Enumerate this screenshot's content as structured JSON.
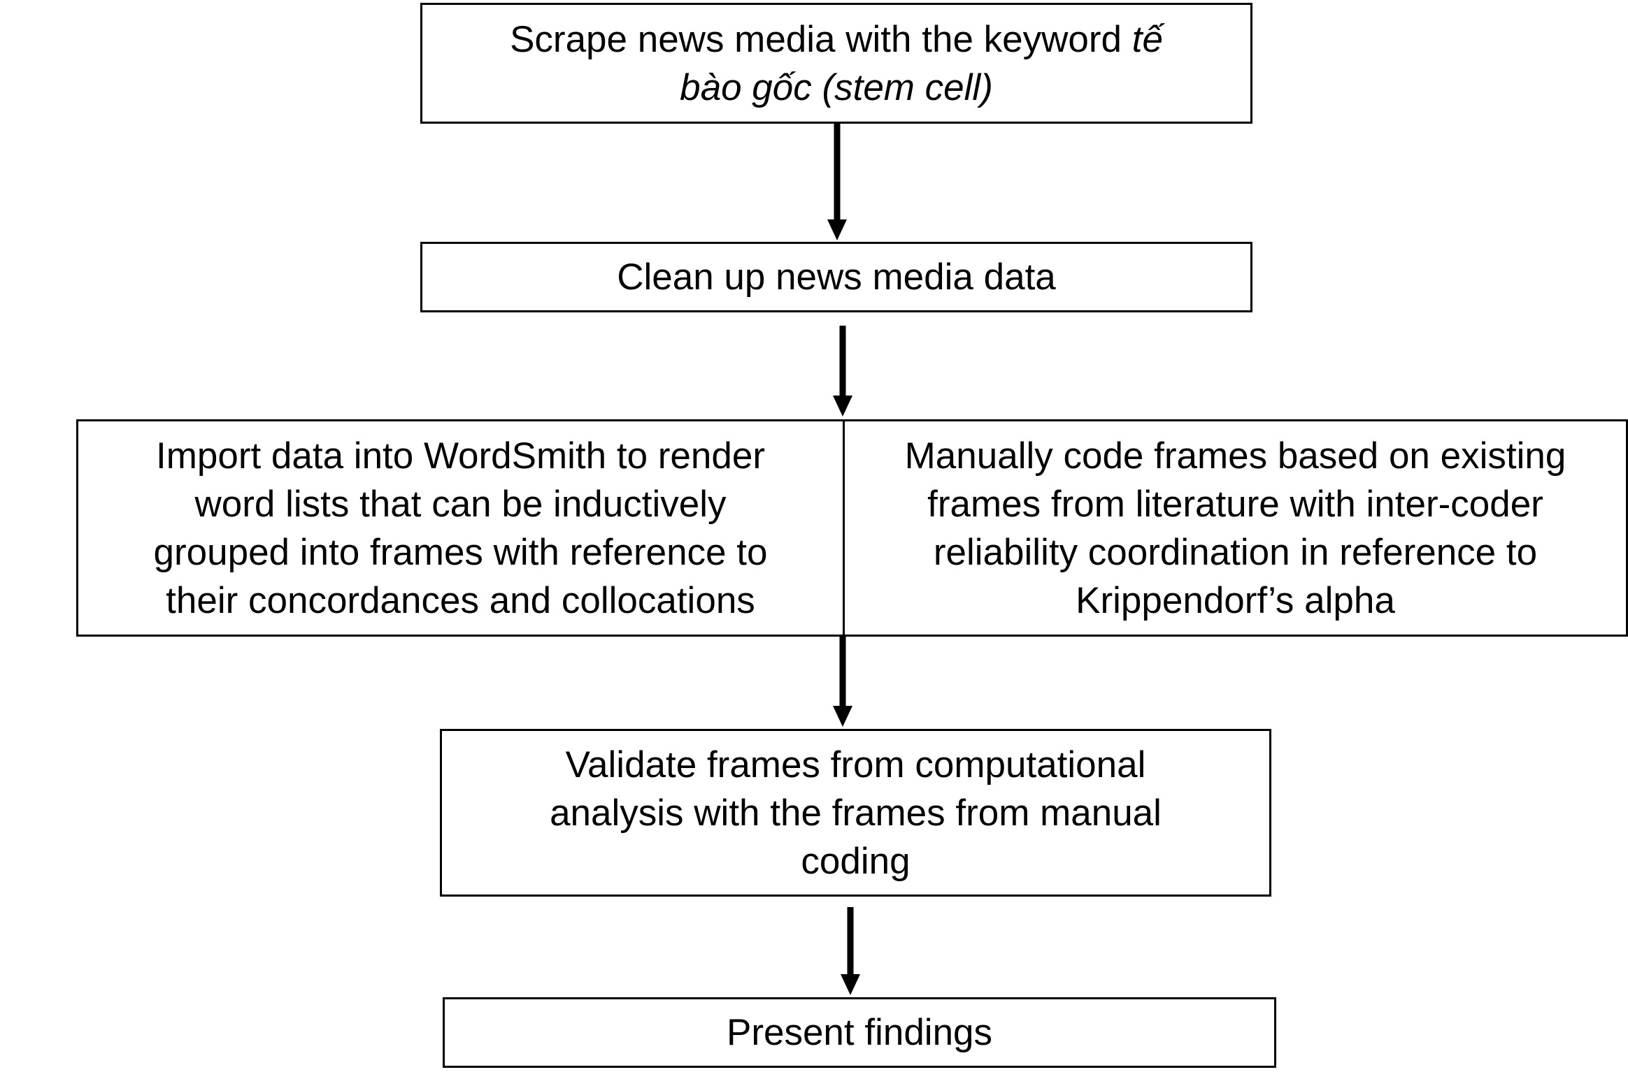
{
  "steps": {
    "scrape": {
      "text_plain": "Scrape news media with the keyword ",
      "text_italic_keyword": "tế bào gốc (stem cell)",
      "line1_plain": "Scrape news media with the keyword ",
      "line1_italic": "tế",
      "line2_italic": "bào gốc (stem cell)"
    },
    "clean": {
      "text": "Clean up news media data"
    },
    "analysis": {
      "computational": {
        "lines": [
          "Import data into WordSmith to render",
          "word lists that can be inductively",
          "grouped into frames with reference to",
          "their concordances and collocations"
        ]
      },
      "manual": {
        "lines": [
          "Manually code frames based on existing",
          "frames from literature with inter-coder",
          "reliability coordination in reference to",
          "Krippendorf’s alpha"
        ]
      }
    },
    "validate": {
      "lines": [
        "Validate frames from computational",
        "analysis with the frames from manual",
        "coding"
      ]
    },
    "present": {
      "text": "Present findings"
    }
  },
  "colors": {
    "line": "#000000",
    "background": "#ffffff",
    "text": "#000000"
  }
}
